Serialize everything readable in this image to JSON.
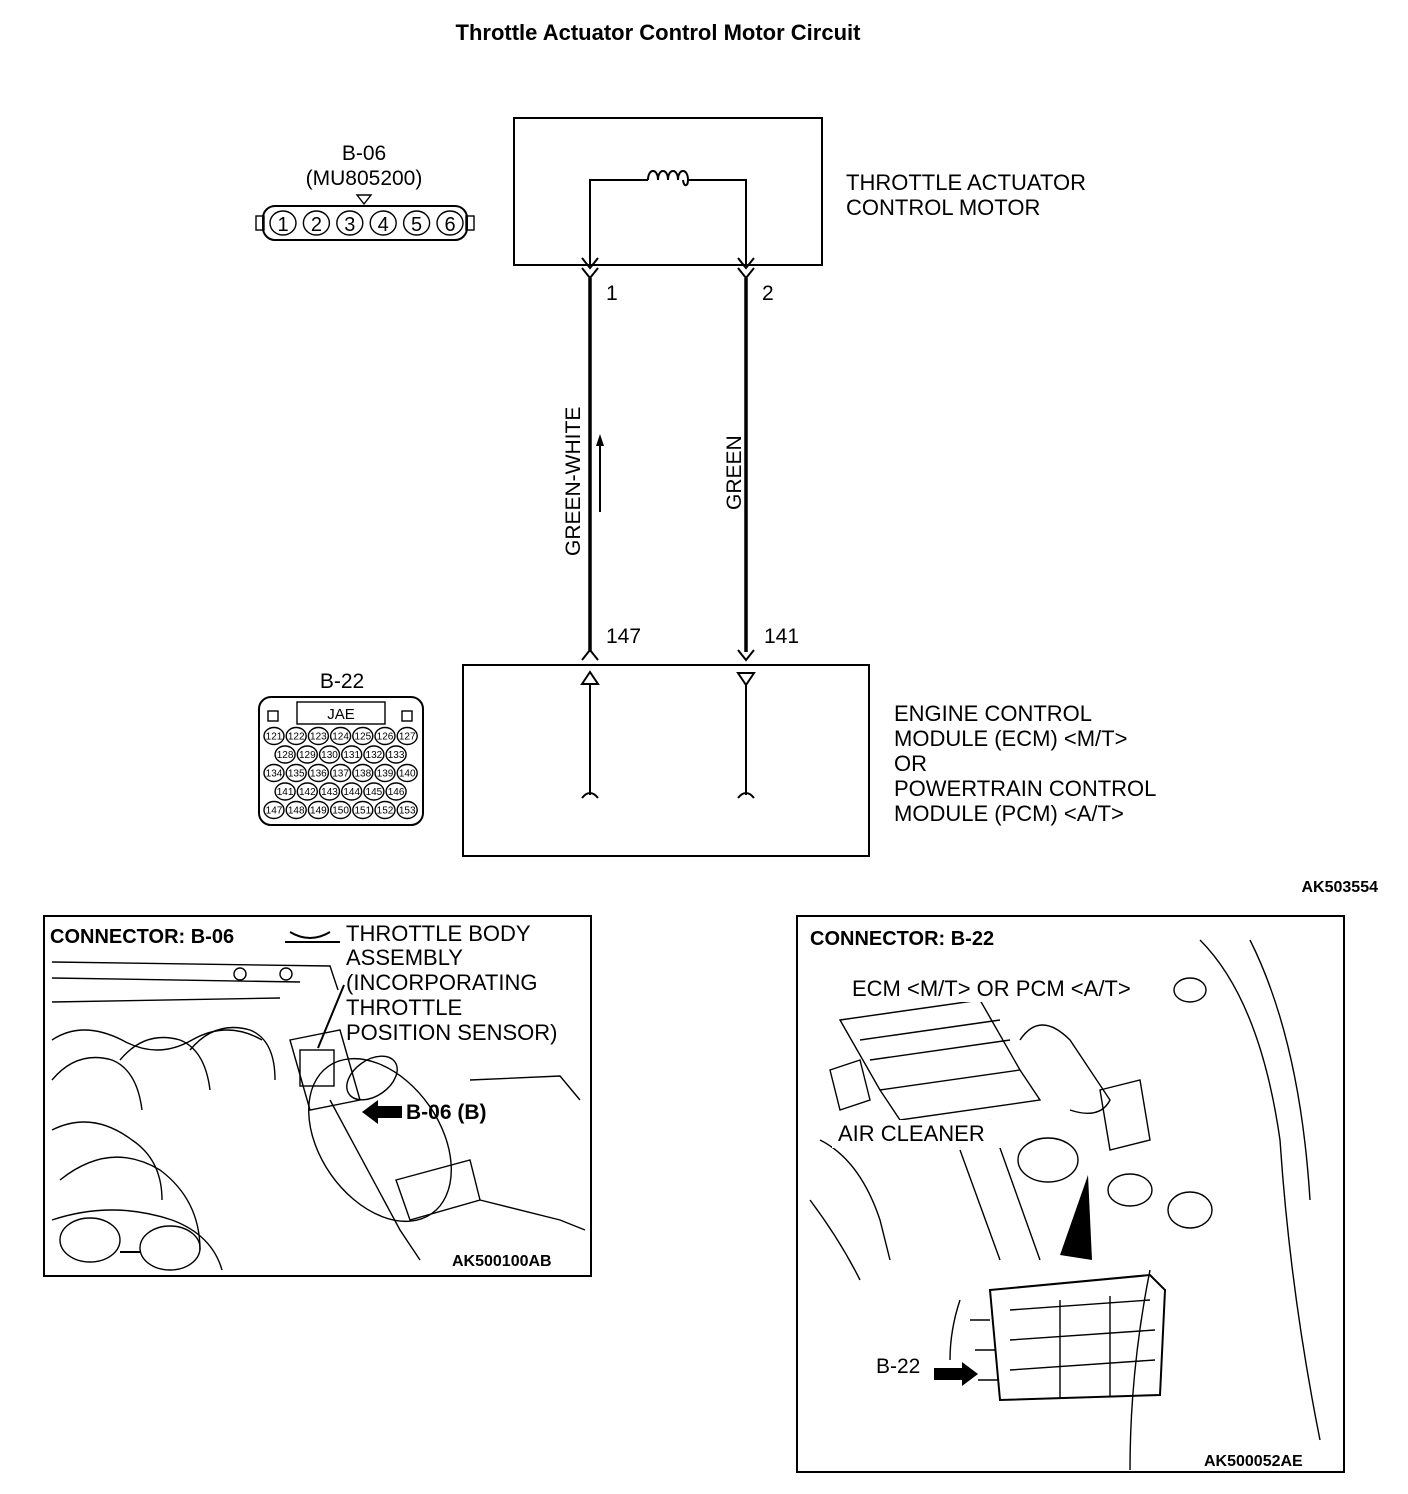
{
  "title": "Throttle Actuator Control Motor Circuit",
  "diagram_ref": "AK503554",
  "connector_b06": {
    "label": "B-06",
    "part_number": "(MU805200)",
    "pins": [
      "1",
      "2",
      "3",
      "4",
      "5",
      "6"
    ]
  },
  "connector_b22": {
    "label": "B-22",
    "maker": "JAE",
    "rows": [
      [
        "121",
        "122",
        "123",
        "124",
        "125",
        "126",
        "127"
      ],
      [
        "128",
        "129",
        "130",
        "131",
        "132",
        "133"
      ],
      [
        "134",
        "135",
        "136",
        "137",
        "138",
        "139",
        "140"
      ],
      [
        "141",
        "142",
        "143",
        "144",
        "145",
        "146"
      ],
      [
        "147",
        "148",
        "149",
        "150",
        "151",
        "152",
        "153"
      ]
    ]
  },
  "motor": {
    "name_line1": "THROTTLE ACTUATOR",
    "name_line2": "CONTROL MOTOR",
    "terminal_1": "1",
    "terminal_2": "2"
  },
  "wires": {
    "left_color": "GREEN-WHITE",
    "right_color": "GREEN"
  },
  "ecm": {
    "terminal_left": "147",
    "terminal_right": "141",
    "line1": "ENGINE CONTROL",
    "line2": "MODULE (ECM) <M/T>",
    "line3": "OR",
    "line4": "POWERTRAIN CONTROL",
    "line5": "MODULE (PCM) <A/T>"
  },
  "photo_left": {
    "heading": "CONNECTOR: B-06",
    "callout_line1": "THROTTLE BODY",
    "callout_line2": "ASSEMBLY",
    "callout_line3": "(INCORPORATING",
    "callout_line4": "THROTTLE",
    "callout_line5": "POSITION SENSOR)",
    "pointer_label": "B-06 (B)",
    "ref": "AK500100AB"
  },
  "photo_right": {
    "heading": "CONNECTOR: B-22",
    "ecm_label": "ECM <M/T> OR PCM <A/T>",
    "air_cleaner_label": "AIR CLEANER",
    "pointer_label": "B-22",
    "ref": "AK500052AE"
  }
}
